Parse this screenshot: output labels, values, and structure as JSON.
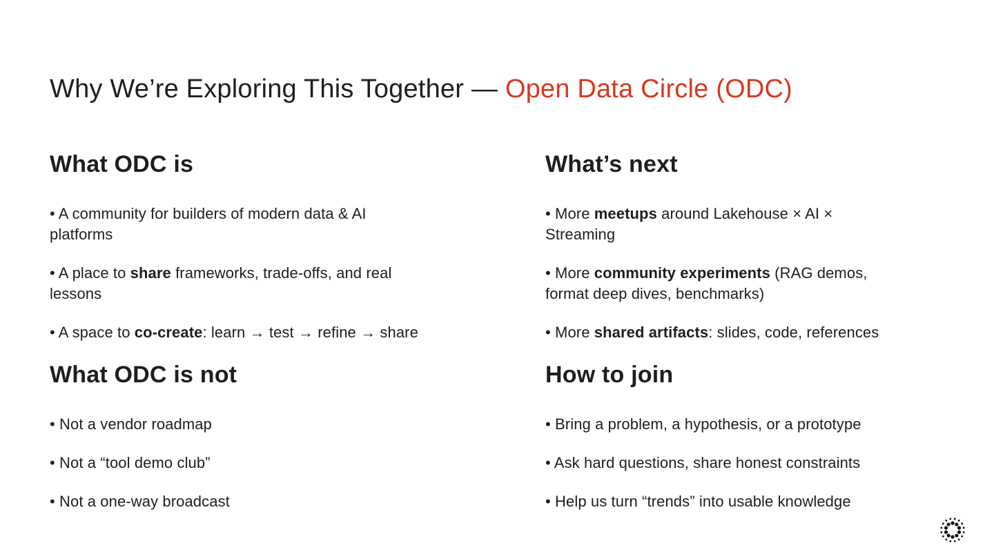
{
  "slide": {
    "title": {
      "main": "Why We’re Exploring This Together — ",
      "accent": "Open Data Circle (ODC)"
    },
    "accent_color": "#d43a20",
    "text_color": "#1e1e1e",
    "columns": [
      {
        "sections": [
          {
            "heading": "What ODC is",
            "bullets": [
              [
                {
                  "t": "• A community for builders of modern data & AI\nplatforms"
                }
              ],
              [
                {
                  "t": "• A place to "
                },
                {
                  "t": "share",
                  "b": true
                },
                {
                  "t": " frameworks, trade-offs, and real\nlessons"
                }
              ],
              [
                {
                  "t": "• A space to "
                },
                {
                  "t": "co-create",
                  "b": true
                },
                {
                  "t": ": learn → test → refine → share"
                }
              ]
            ]
          },
          {
            "heading": "What ODC is not",
            "bullets": [
              [
                {
                  "t": "• Not a vendor roadmap"
                }
              ],
              [
                {
                  "t": "• Not a “tool demo club”"
                }
              ],
              [
                {
                  "t": "• Not a one-way broadcast"
                }
              ]
            ]
          }
        ]
      },
      {
        "sections": [
          {
            "heading": "What’s next",
            "bullets": [
              [
                {
                  "t": "• More "
                },
                {
                  "t": "meetups",
                  "b": true
                },
                {
                  "t": " around Lakehouse × AI ×\nStreaming"
                }
              ],
              [
                {
                  "t": "• More "
                },
                {
                  "t": "community experiments",
                  "b": true
                },
                {
                  "t": " (RAG demos,\nformat deep dives, benchmarks)"
                }
              ],
              [
                {
                  "t": "• More "
                },
                {
                  "t": "shared artifacts",
                  "b": true
                },
                {
                  "t": ": slides, code, references"
                }
              ]
            ]
          },
          {
            "heading": "How to join",
            "bullets": [
              [
                {
                  "t": "• Bring a problem, a hypothesis, or a prototype"
                }
              ],
              [
                {
                  "t": "• Ask hard questions, share honest constraints"
                }
              ],
              [
                {
                  "t": "• Help us turn “trends” into usable knowledge"
                }
              ]
            ]
          }
        ]
      }
    ],
    "logo": {
      "shape": "dotted-circle",
      "color": "#111111"
    }
  }
}
